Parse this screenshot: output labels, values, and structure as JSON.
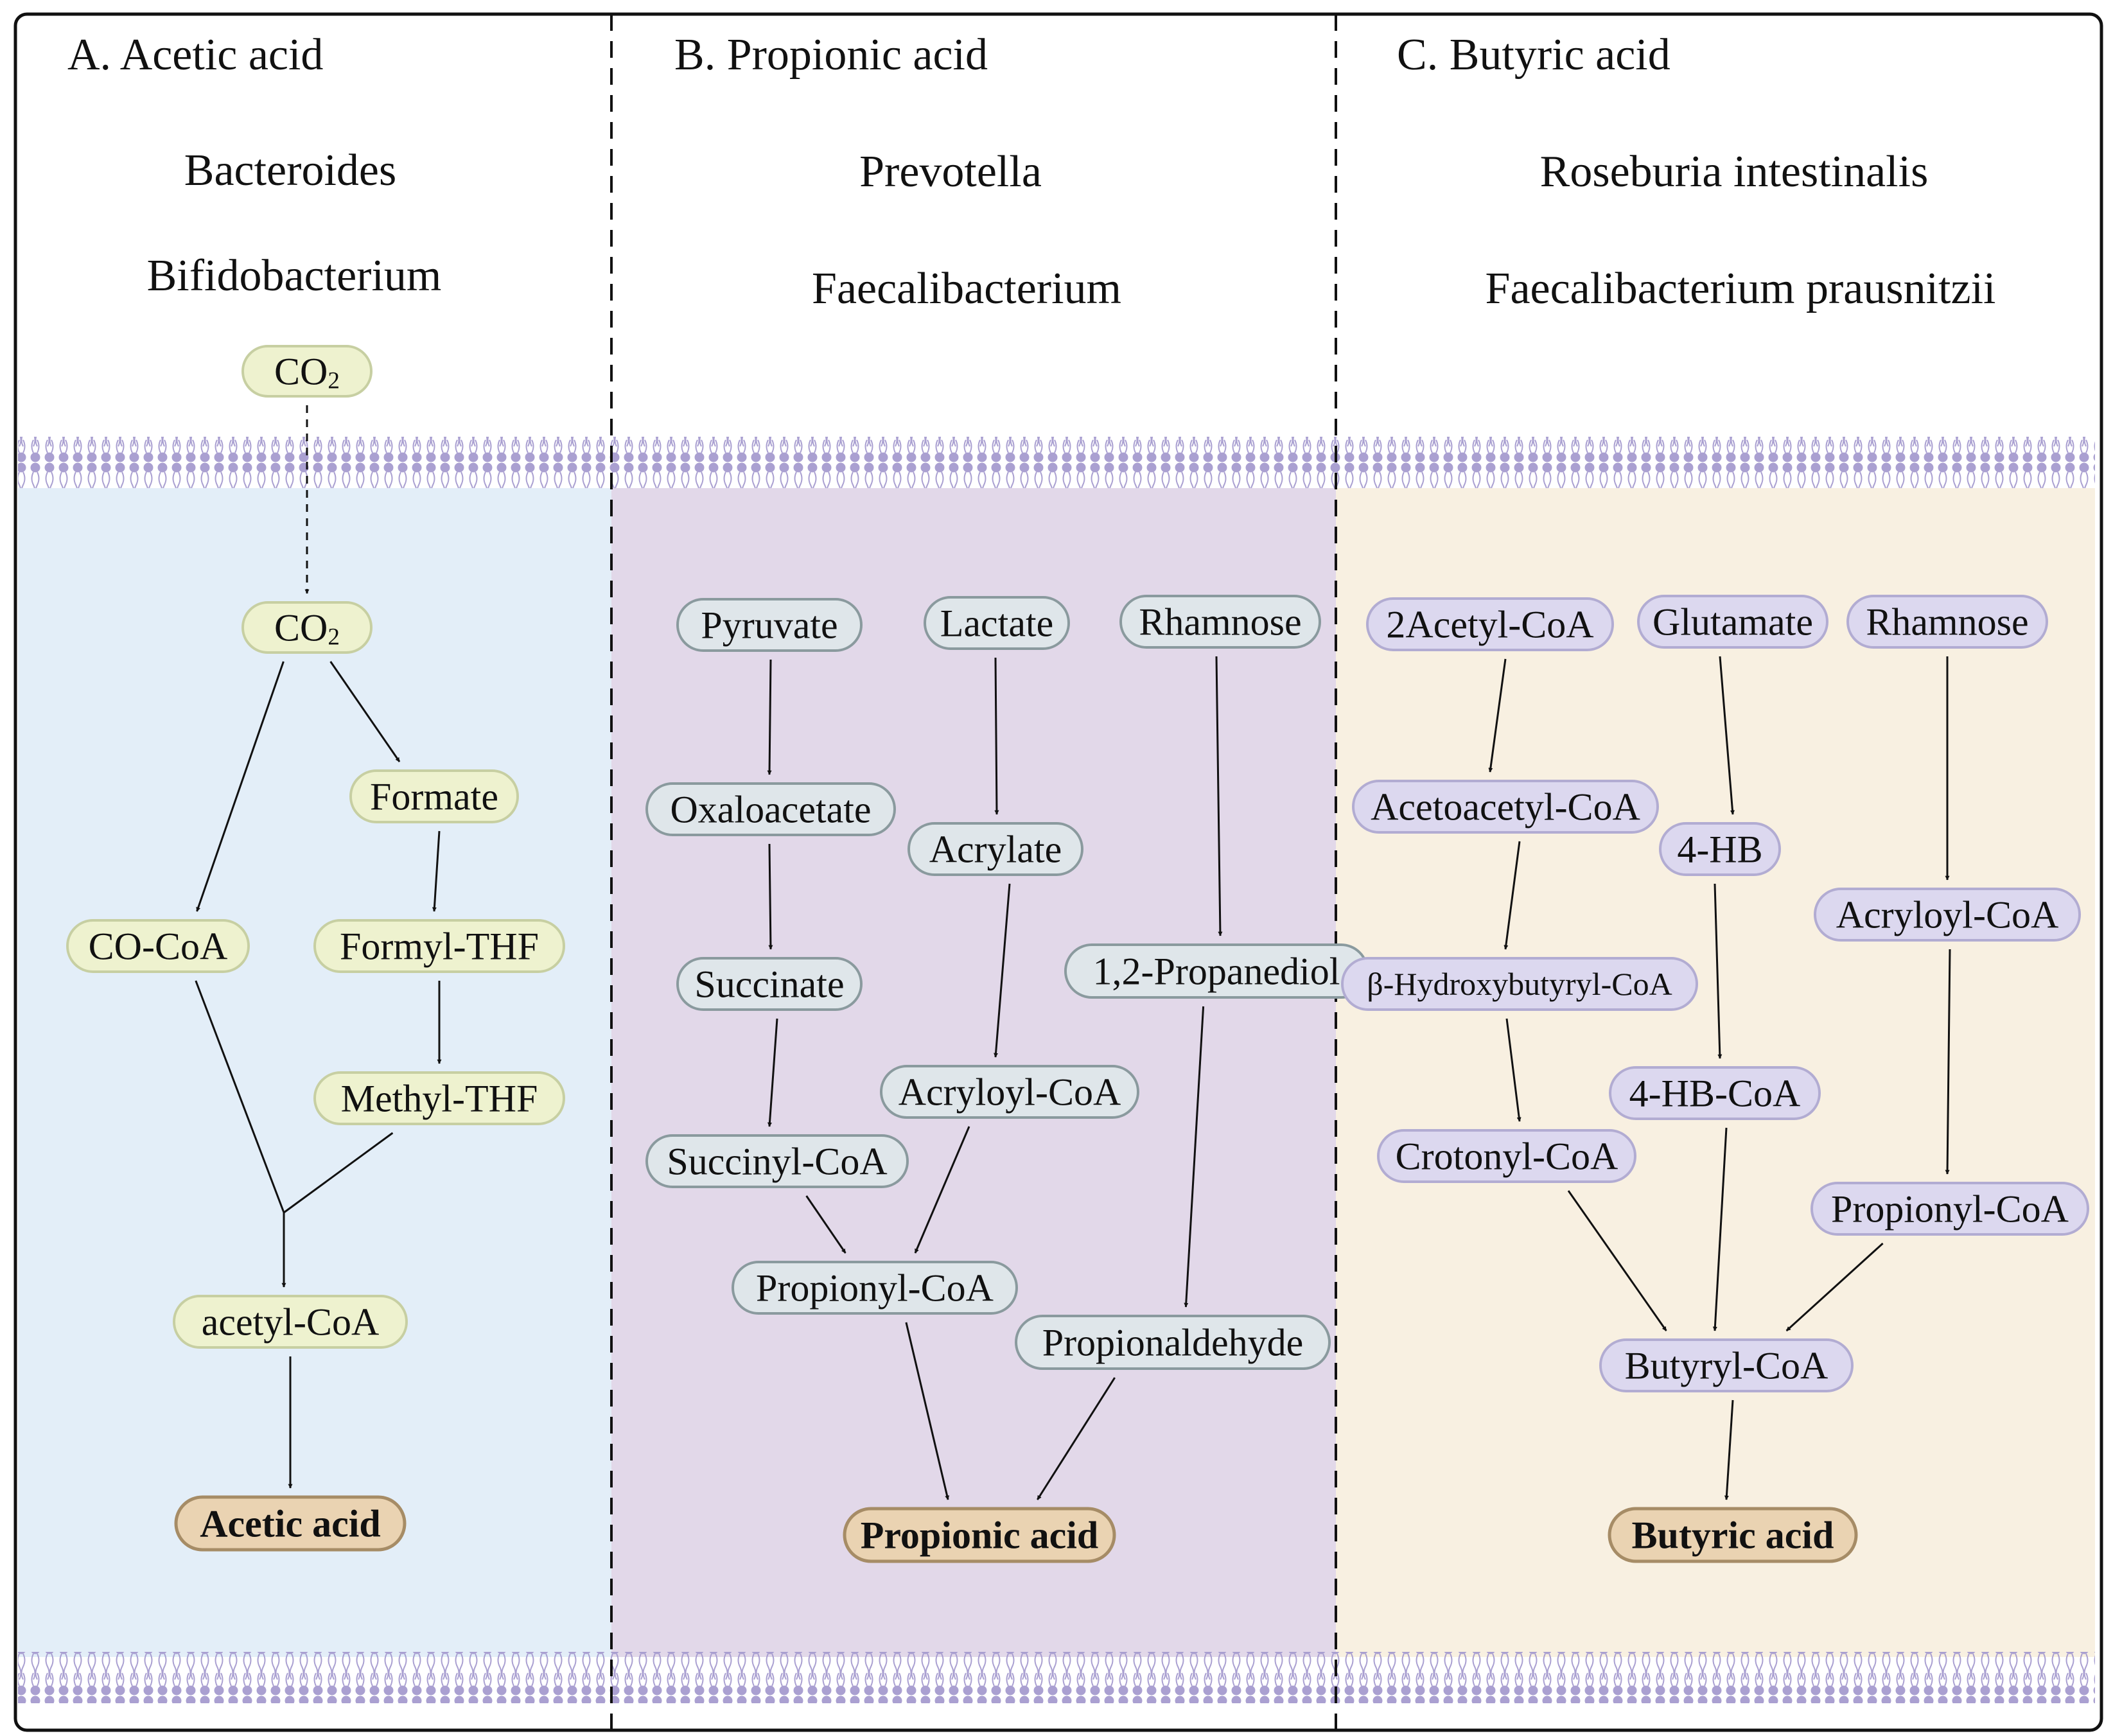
{
  "panels": [
    {
      "id": "A",
      "title": "A. Acetic acid",
      "organisms": [
        "Bacteroides",
        "Bifidobacterium"
      ],
      "fill": "#e3eef8",
      "node_fill": "#eef2cf",
      "node_stroke": "#c7cfa2",
      "nodes": [
        {
          "id": "co2-out",
          "label": "CO",
          "sub": "2"
        },
        {
          "id": "co2-in",
          "label": "CO",
          "sub": "2"
        },
        {
          "id": "formate",
          "label": "Formate"
        },
        {
          "id": "co-coa",
          "label": "CO-CoA"
        },
        {
          "id": "formyl-thf",
          "label": "Formyl-THF"
        },
        {
          "id": "methyl-thf",
          "label": "Methyl-THF"
        },
        {
          "id": "acetyl-coa",
          "label": "acetyl-CoA"
        },
        {
          "id": "acetic-acid",
          "label": "Acetic acid",
          "product": true
        }
      ]
    },
    {
      "id": "B",
      "title": "B. Propionic acid",
      "organisms": [
        "Prevotella",
        "Faecalibacterium"
      ],
      "fill": "#e2d8e9",
      "node_fill": "#dfe6ea",
      "node_stroke": "#8a9a9e",
      "nodes": [
        {
          "id": "pyruvate",
          "label": "Pyruvate"
        },
        {
          "id": "lactate",
          "label": "Lactate"
        },
        {
          "id": "rhamnose-b",
          "label": "Rhamnose"
        },
        {
          "id": "oxaloacetate",
          "label": "Oxaloacetate"
        },
        {
          "id": "acrylate",
          "label": "Acrylate"
        },
        {
          "id": "succinate",
          "label": "Succinate"
        },
        {
          "id": "propanediol",
          "label": "1,2-Propanediol"
        },
        {
          "id": "acryloyl-coa-b",
          "label": "Acryloyl-CoA"
        },
        {
          "id": "succinyl-coa",
          "label": "Succinyl-CoA"
        },
        {
          "id": "propionyl-coa-b",
          "label": "Propionyl-CoA"
        },
        {
          "id": "propionaldehyde",
          "label": "Propionaldehyde"
        },
        {
          "id": "propionic-acid",
          "label": "Propionic acid",
          "product": true
        }
      ]
    },
    {
      "id": "C",
      "title": "C. Butyric acid",
      "organisms": [
        "Roseburia intestinalis",
        "Faecalibacterium prausnitzii"
      ],
      "fill": "#f8f0e1",
      "node_fill": "#dcd8ef",
      "node_stroke": "#b2acd2",
      "nodes": [
        {
          "id": "acetyl-coa-2",
          "label": "2Acetyl-CoA"
        },
        {
          "id": "glutamate",
          "label": "Glutamate"
        },
        {
          "id": "rhamnose-c",
          "label": "Rhamnose"
        },
        {
          "id": "acetoacetyl-coa",
          "label": "Acetoacetyl-CoA"
        },
        {
          "id": "four-hb",
          "label": "4-HB"
        },
        {
          "id": "acryloyl-coa-c",
          "label": "Acryloyl-CoA"
        },
        {
          "id": "hydroxybutyryl-coa",
          "label": "β-Hydroxybutyryl-CoA"
        },
        {
          "id": "four-hb-coa",
          "label": "4-HB-CoA"
        },
        {
          "id": "crotonyl-coa",
          "label": "Crotonyl-CoA"
        },
        {
          "id": "propionyl-coa-c",
          "label": "Propionyl-CoA"
        },
        {
          "id": "butyryl-coa",
          "label": "Butyryl-CoA"
        },
        {
          "id": "butyric-acid",
          "label": "Butyric acid",
          "product": true
        }
      ]
    }
  ],
  "product_style": {
    "fill": "#ead3b2",
    "stroke": "#a68c66"
  },
  "membrane_color": "#a59bcf",
  "edges": [
    [
      "co2-in",
      "formate"
    ],
    [
      "co2-in",
      "co-coa"
    ],
    [
      "formate",
      "formyl-thf"
    ],
    [
      "formyl-thf",
      "methyl-thf"
    ],
    [
      "co-coa",
      "acetyl-coa"
    ],
    [
      "methyl-thf",
      "acetyl-coa"
    ],
    [
      "acetyl-coa",
      "acetic-acid"
    ],
    [
      "pyruvate",
      "oxaloacetate"
    ],
    [
      "oxaloacetate",
      "succinate"
    ],
    [
      "succinate",
      "succinyl-coa"
    ],
    [
      "succinyl-coa",
      "propionyl-coa-b"
    ],
    [
      "lactate",
      "acrylate"
    ],
    [
      "acrylate",
      "acryloyl-coa-b"
    ],
    [
      "acryloyl-coa-b",
      "propionyl-coa-b"
    ],
    [
      "rhamnose-b",
      "propanediol"
    ],
    [
      "propanediol",
      "propionaldehyde"
    ],
    [
      "propionyl-coa-b",
      "propionic-acid"
    ],
    [
      "propionaldehyde",
      "propionic-acid"
    ],
    [
      "acetyl-coa-2",
      "acetoacetyl-coa"
    ],
    [
      "acetoacetyl-coa",
      "hydroxybutyryl-coa"
    ],
    [
      "hydroxybutyryl-coa",
      "crotonyl-coa"
    ],
    [
      "glutamate",
      "four-hb"
    ],
    [
      "four-hb",
      "four-hb-coa"
    ],
    [
      "rhamnose-c",
      "acryloyl-coa-c"
    ],
    [
      "acryloyl-coa-c",
      "propionyl-coa-c"
    ],
    [
      "crotonyl-coa",
      "butyryl-coa"
    ],
    [
      "four-hb-coa",
      "butyryl-coa"
    ],
    [
      "propionyl-coa-c",
      "butyryl-coa"
    ],
    [
      "butyryl-coa",
      "butyric-acid"
    ]
  ],
  "transport_edges": [
    [
      "co2-out",
      "co2-in"
    ]
  ]
}
